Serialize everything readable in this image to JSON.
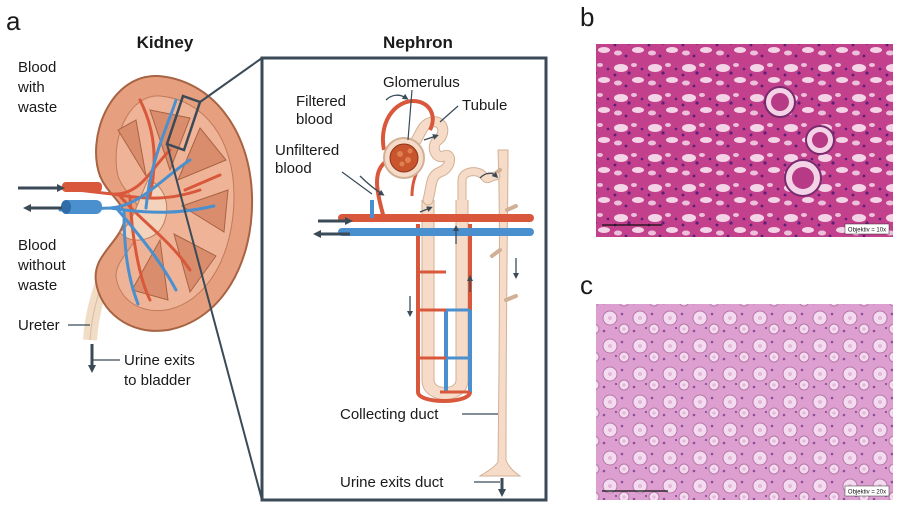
{
  "panels": {
    "a": "a",
    "b": "b",
    "c": "c"
  },
  "kidney": {
    "title": "Kidney",
    "blood_in": [
      "Blood",
      "with",
      "waste"
    ],
    "blood_out": [
      "Blood",
      "without",
      "waste"
    ],
    "ureter": "Ureter",
    "urine_out": [
      "Urine exits",
      "to bladder"
    ]
  },
  "nephron": {
    "title": "Nephron",
    "glomerulus": "Glomerulus",
    "filtered": [
      "Filtered",
      "blood"
    ],
    "tubule": "Tubule",
    "unfiltered": [
      "Unfiltered",
      "blood"
    ],
    "collecting_duct": "Collecting duct",
    "urine_exits_duct": "Urine exits duct"
  },
  "micrographs": {
    "b_scale_caption": "Objektiv = 10x",
    "c_scale_caption": "Objektiv = 20x"
  },
  "colors": {
    "artery": "#d9583b",
    "vein": "#4a90cf",
    "kidney_tissue": "#e6a07f",
    "tubule": "#f6dcc8",
    "arrow": "#3b4a57",
    "stain_b": "#c2408c",
    "stain_c": "#dd9fd0"
  }
}
